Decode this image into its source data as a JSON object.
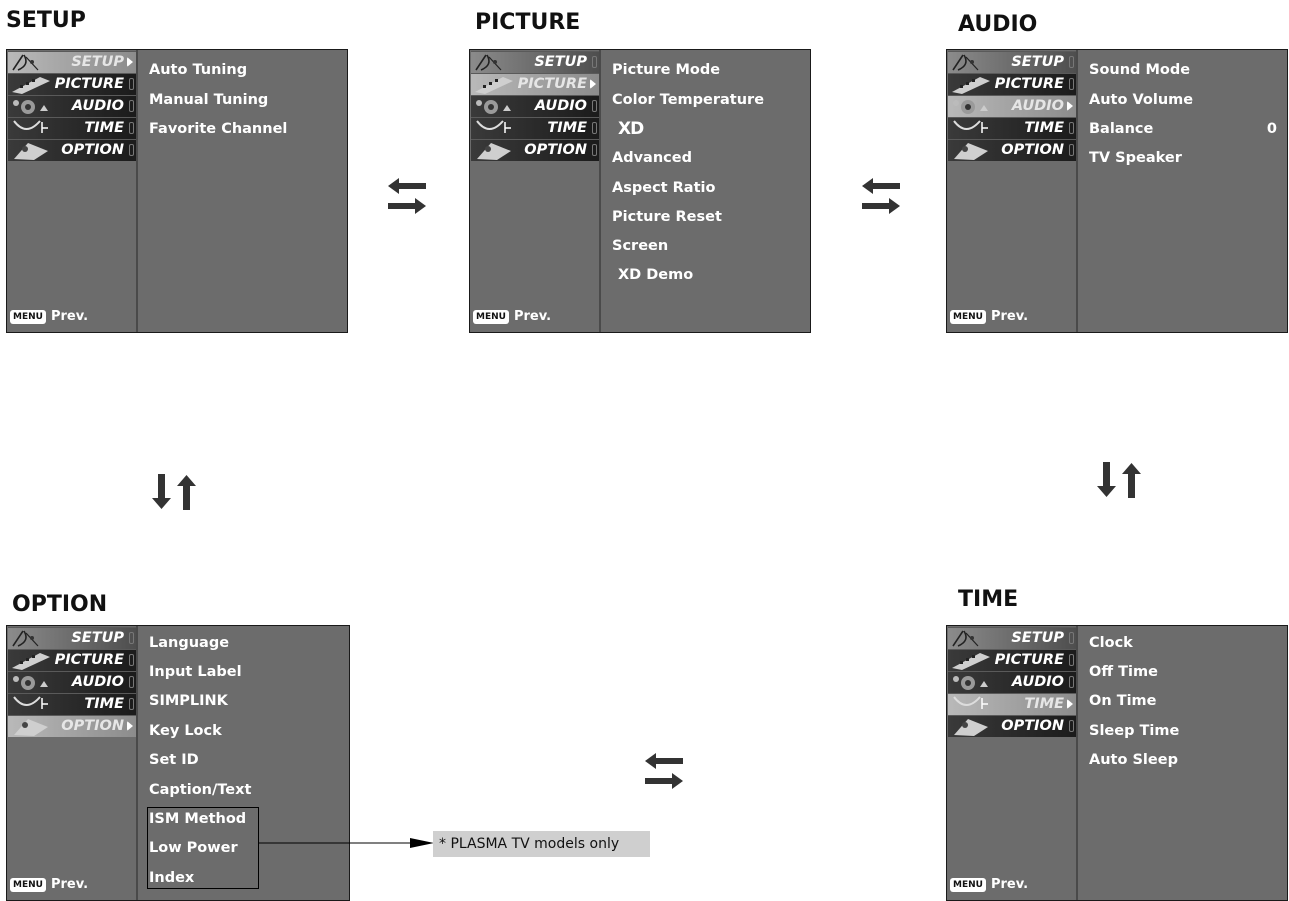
{
  "tabs": [
    {
      "label": "SETUP",
      "icon": "satellite-dish-icon"
    },
    {
      "label": "PICTURE",
      "icon": "film-strip-icon"
    },
    {
      "label": "AUDIO",
      "icon": "speaker-icon"
    },
    {
      "label": "TIME",
      "icon": "clock-icon"
    },
    {
      "label": "OPTION",
      "icon": "option-disc-icon"
    }
  ],
  "prev": {
    "key": "MENU",
    "label": "Prev."
  },
  "menus": {
    "setup": {
      "title": "SETUP",
      "active_tab": 0,
      "items": [
        "Auto Tuning",
        "Manual Tuning",
        "Favorite Channel"
      ]
    },
    "picture": {
      "title": "PICTURE",
      "active_tab": 1,
      "items": [
        "Picture Mode",
        "Color Temperature",
        "XD",
        "Advanced",
        "Aspect Ratio",
        "Picture Reset",
        "Screen",
        "XD Demo"
      ]
    },
    "audio": {
      "title": "AUDIO",
      "active_tab": 2,
      "items": [
        "Sound Mode",
        "Auto Volume",
        "Balance",
        "TV Speaker"
      ],
      "balance_value": "0"
    },
    "option": {
      "title": "OPTION",
      "active_tab": 4,
      "items": [
        "Language",
        "Input Label",
        "SIMPLINK",
        "Key Lock",
        "Set ID",
        "Caption/Text",
        "ISM Method",
        "Low Power",
        "Index"
      ]
    },
    "time": {
      "title": "TIME",
      "active_tab": 3,
      "items": [
        "Clock",
        "Off Time",
        "On Time",
        "Sleep Time",
        "Auto Sleep"
      ]
    }
  },
  "note": "* PLASMA TV models only",
  "colors": {
    "panel": "#6c6c6c",
    "tab_dark": "#1b1b1b",
    "arrow": "#3a3a3a",
    "note_bg": "#cfcfcf"
  }
}
